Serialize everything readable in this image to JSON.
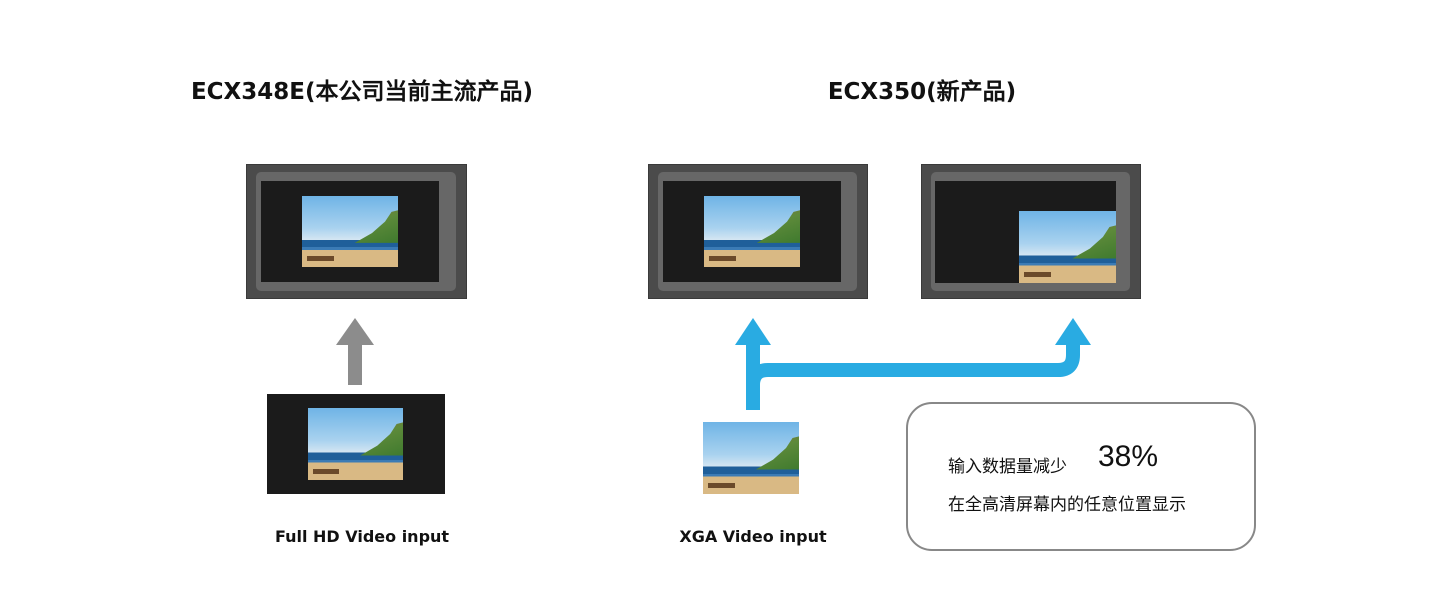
{
  "left_panel": {
    "title": "ECX348E(本公司当前主流产品)",
    "input_label": "Full HD Video input"
  },
  "right_panel": {
    "title": "ECX350(新产品)",
    "input_label": "XGA Video input"
  },
  "info_box": {
    "line1": "输入数据量减少",
    "reduction": "38%",
    "line2": "在全高清屏幕内的任意位置显示"
  },
  "colors": {
    "arrow_gray": "#8c8c8c",
    "arrow_blue": "#29abe2"
  }
}
